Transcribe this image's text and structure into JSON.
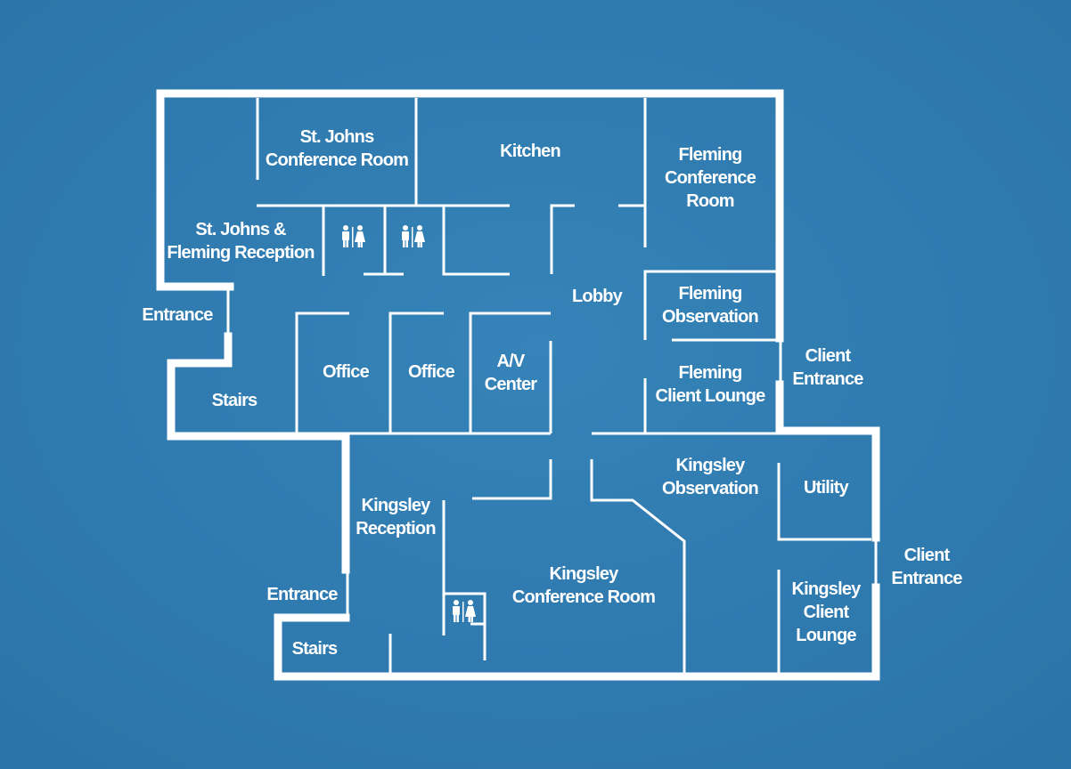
{
  "title": "Floor Plan",
  "colors": {
    "background": "#2f7cb2",
    "walls": "#ffffff"
  },
  "rooms": {
    "st_johns_conf": [
      "St. Johns",
      "Conference Room"
    ],
    "kitchen": [
      "Kitchen"
    ],
    "fleming_conf": [
      "Fleming",
      "Conference",
      "Room"
    ],
    "reception_sj": [
      "St. Johns &",
      "Fleming Reception"
    ],
    "lobby": [
      "Lobby"
    ],
    "fleming_obs": [
      "Fleming",
      "Observation"
    ],
    "entrance_top": [
      "Entrance"
    ],
    "office1": [
      "Office"
    ],
    "office2": [
      "Office"
    ],
    "av_center": [
      "A/V",
      "Center"
    ],
    "stairs_top": [
      "Stairs"
    ],
    "fleming_lounge": [
      "Fleming",
      "Client Lounge"
    ],
    "client_entrance_top": [
      "Client",
      "Entrance"
    ],
    "kingsley_obs": [
      "Kingsley",
      "Observation"
    ],
    "utility": [
      "Utility"
    ],
    "kingsley_reception": [
      "Kingsley",
      "Reception"
    ],
    "kingsley_conf": [
      "Kingsley",
      "Conference Room"
    ],
    "client_entrance_bottom": [
      "Client",
      "Entrance"
    ],
    "entrance_bottom": [
      "Entrance"
    ],
    "kingsley_lounge": [
      "Kingsley",
      "Client",
      "Lounge"
    ],
    "stairs_bottom": [
      "Stairs"
    ]
  },
  "icons": [
    "restroom-icon",
    "restroom-icon",
    "restroom-icon"
  ]
}
